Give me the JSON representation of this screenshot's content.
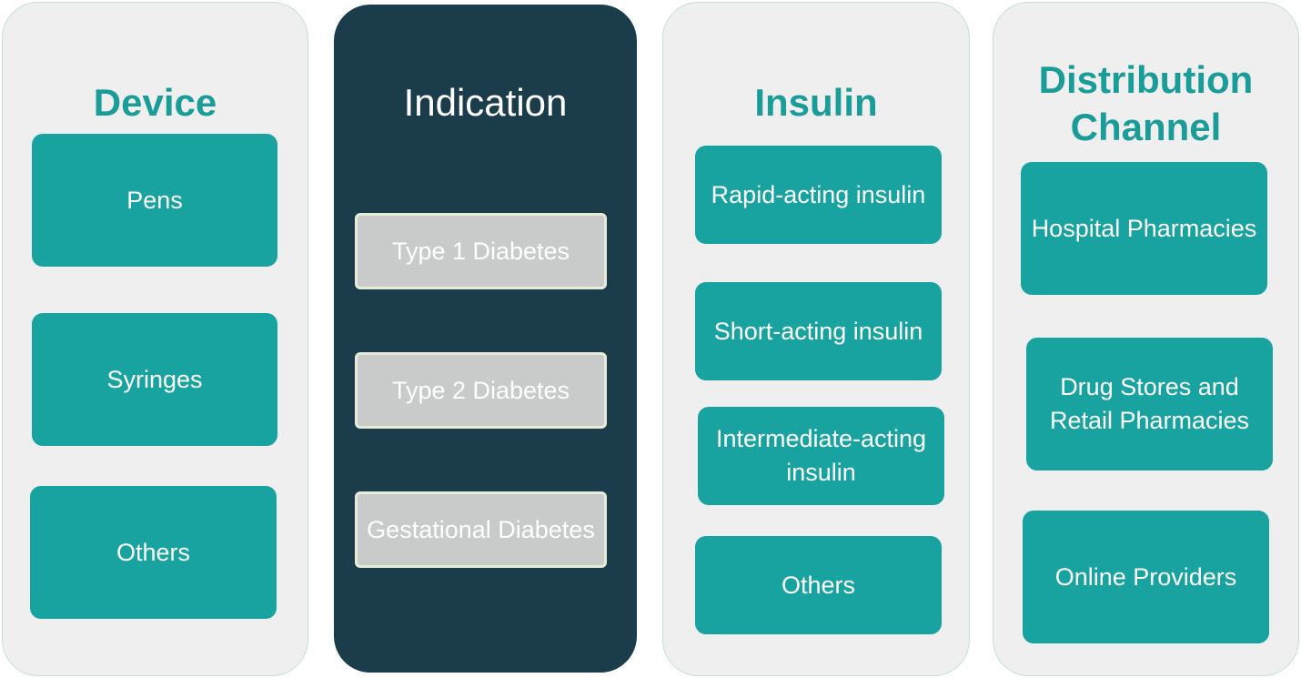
{
  "columns": [
    {
      "title": "Device",
      "items": [
        "Pens",
        "Syringes",
        "Others"
      ]
    },
    {
      "title": "Indication",
      "items": [
        "Type 1 Diabetes",
        "Type 2 Diabetes",
        "Gestational Diabetes"
      ]
    },
    {
      "title": "Insulin",
      "items": [
        "Rapid-acting insulin",
        "Short-acting insulin",
        "Intermediate-acting insulin",
        "Others"
      ]
    },
    {
      "title": "Distribution Channel",
      "items": [
        "Hospital Pharmacies",
        "Drug Stores and Retail Pharmacies",
        "Online Providers"
      ]
    }
  ],
  "colors": {
    "teal_box": "#18a3a1",
    "title_teal": "#1a9c98",
    "dark_panel": "#1b3c4b",
    "grey_box": "#c9cbcb",
    "light_panel": "#efefef"
  }
}
